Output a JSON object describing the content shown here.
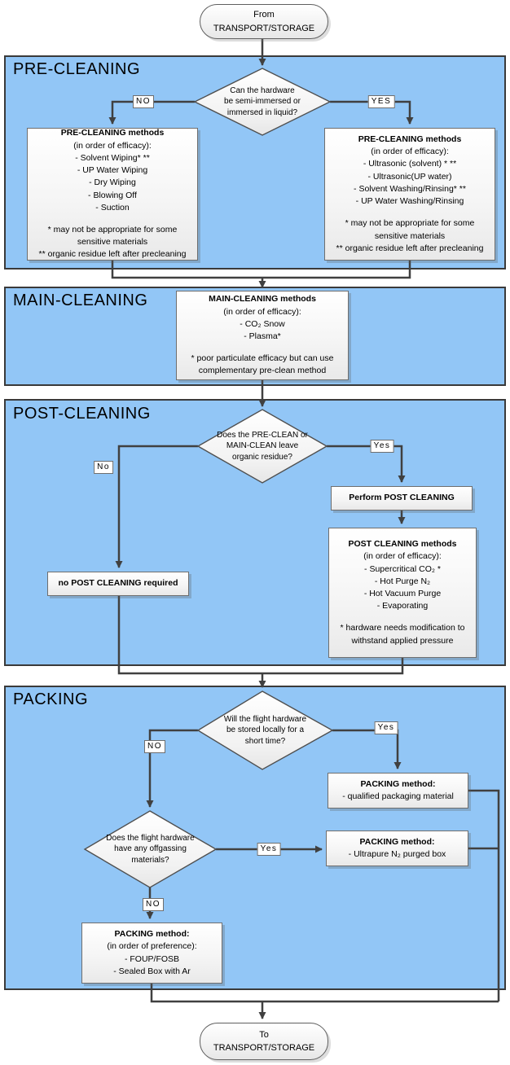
{
  "colors": {
    "section_background": "#92C6F6",
    "section_border": "#3A3A3A",
    "connector": "#404040",
    "node_border": "#6E6E6E"
  },
  "flow": {
    "start": {
      "line1": "From",
      "line2": "TRANSPORT/STORAGE"
    },
    "end": {
      "line1": "To",
      "line2": "TRANSPORT/STORAGE"
    }
  },
  "sections": {
    "pre_cleaning": {
      "title": "PRE-CLEANING"
    },
    "main_cleaning": {
      "title": "MAIN-CLEANING"
    },
    "post_cleaning": {
      "title": "POST-CLEANING"
    },
    "packing": {
      "title": "PACKING"
    }
  },
  "decisions": {
    "immersion": {
      "text": [
        "Can the hardware",
        "be semi-immersed or",
        "immersed in liquid?"
      ],
      "no": "NO",
      "yes": "YES"
    },
    "residue": {
      "text": [
        "Does the PRE-CLEAN or",
        "MAIN-CLEAN leave",
        "organic residue?"
      ],
      "no": "No",
      "yes": "Yes"
    },
    "storage": {
      "text": [
        "Will the flight hardware",
        "be stored locally for a",
        "short time?"
      ],
      "no": "NO",
      "yes": "Yes"
    },
    "offgassing": {
      "text": [
        "Does the flight hardware",
        "have any offgassing",
        "materials?"
      ],
      "no": "NO",
      "yes": "Yes"
    }
  },
  "boxes": {
    "pre_dry": {
      "title": "PRE-CLEANING methods",
      "subtitle": "(in order of efficacy):",
      "items": [
        "- Solvent Wiping* **",
        "- UP Water Wiping",
        "- Dry Wiping",
        "- Blowing Off",
        "- Suction"
      ],
      "notes": [
        "* may not be appropriate for some sensitive materials",
        "** organic residue left after precleaning"
      ]
    },
    "pre_wet": {
      "title": "PRE-CLEANING methods",
      "subtitle": "(in order of efficacy):",
      "items": [
        "- Ultrasonic (solvent) * **",
        "- Ultrasonic(UP water)",
        "- Solvent Washing/Rinsing* **",
        "- UP Water Washing/Rinsing"
      ],
      "notes": [
        "* may not be appropriate for some sensitive materials",
        "** organic residue left after precleaning"
      ]
    },
    "main_methods": {
      "title": "MAIN-CLEANING methods",
      "subtitle": "(in order of efficacy):",
      "items": [
        "- CO₂ Snow",
        "- Plasma*"
      ],
      "notes": [
        "* poor particulate efficacy but can use complementary pre-clean method"
      ]
    },
    "perform_post": {
      "label": "Perform POST CLEANING"
    },
    "post_methods": {
      "title": "POST CLEANING methods",
      "subtitle": "(in order of efficacy):",
      "items": [
        "- Supercritical CO₂ *",
        "- Hot Purge N₂",
        "- Hot Vacuum Purge",
        "- Evaporating"
      ],
      "notes": [
        "* hardware needs modification to withstand applied pressure"
      ]
    },
    "no_post": {
      "label": "no POST CLEANING required"
    },
    "pack_qualified": {
      "title": "PACKING method:",
      "items": [
        "- qualified packaging material"
      ]
    },
    "pack_n2": {
      "title": "PACKING method:",
      "items": [
        "- Ultrapure N₂ purged box"
      ]
    },
    "pack_local": {
      "title": "PACKING method:",
      "subtitle": "(in order of preference):",
      "items": [
        "- FOUP/FOSB",
        "- Sealed Box with Ar"
      ]
    }
  }
}
